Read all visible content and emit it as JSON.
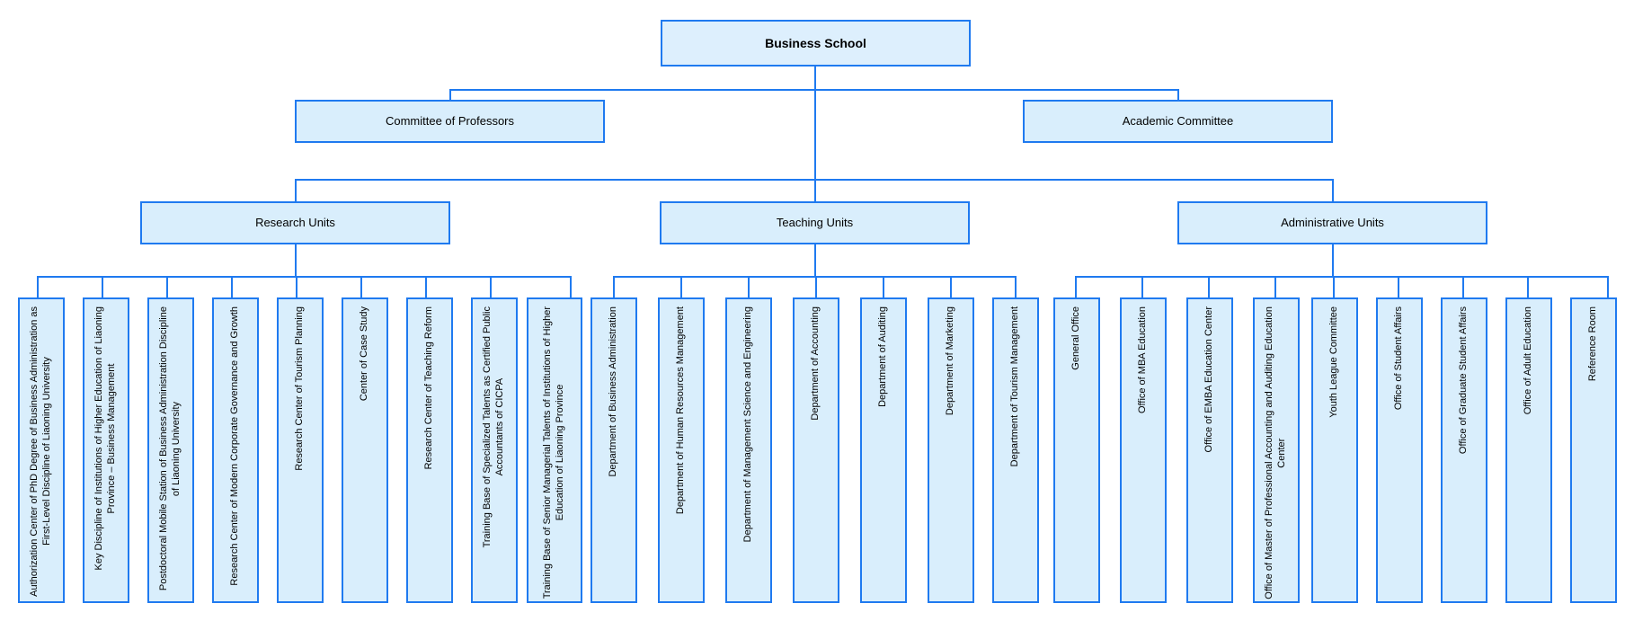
{
  "meta": {
    "title": "Business School Organizational Chart",
    "accent_color": "#1f7af0",
    "node_fill": "#d9eefc",
    "background": "#ffffff"
  },
  "chart_data": {
    "type": "diagram",
    "diagram_type": "organizational-chart",
    "orientation": "top-down",
    "root": "Business School",
    "levels": 4
  },
  "nodes": {
    "root": {
      "label": "Business School"
    },
    "committees": [
      {
        "label": "Committee of Professors"
      },
      {
        "label": "Academic Committee"
      }
    ],
    "divisions": [
      {
        "label": "Research Units"
      },
      {
        "label": "Teaching Units"
      },
      {
        "label": "Administrative Units"
      }
    ],
    "research_units": [
      {
        "label": "Authorization Center of PhD Degree of Business Administration as\nFirst-Level Discipline of Liaoning University"
      },
      {
        "label": "Key Discipline of Institutions of Higher Education of Liaoning\nProvince – Business Management"
      },
      {
        "label": "Postdoctoral Mobile Station of Business Administration Discipline\nof Liaoning University"
      },
      {
        "label": "Research Center of Modern Corporate Governance and Growth"
      },
      {
        "label": "Research Center of Tourism Planning"
      },
      {
        "label": "Center of Case Study"
      },
      {
        "label": "Research Center of Teaching Reform"
      },
      {
        "label": "Training Base of Specialized Talents as Certified Public\nAccountants of CICPA"
      },
      {
        "label": "Training Base of Senior Managerial Talents of Institutions of Higher\nEducation of Liaoning Province"
      }
    ],
    "teaching_units": [
      {
        "label": "Department of Business Administration"
      },
      {
        "label": "Department of Human Resources Management"
      },
      {
        "label": "Department of Management Science and Engineering"
      },
      {
        "label": "Department of Accounting"
      },
      {
        "label": "Department of Auditing"
      },
      {
        "label": "Department of Marketing"
      },
      {
        "label": "Department of Tourism Management"
      }
    ],
    "administrative_units": [
      {
        "label": "General Office"
      },
      {
        "label": "Office of MBA Education"
      },
      {
        "label": "Office of EMBA Education Center"
      },
      {
        "label": "Office of Master of Professional Accounting and Auditing Education\nCenter"
      },
      {
        "label": "Youth League Committee"
      },
      {
        "label": "Office of Student Affairs"
      },
      {
        "label": "Office of Graduate Student Affairs"
      },
      {
        "label": "Office of Adult Education"
      },
      {
        "label": "Reference Room"
      }
    ]
  }
}
